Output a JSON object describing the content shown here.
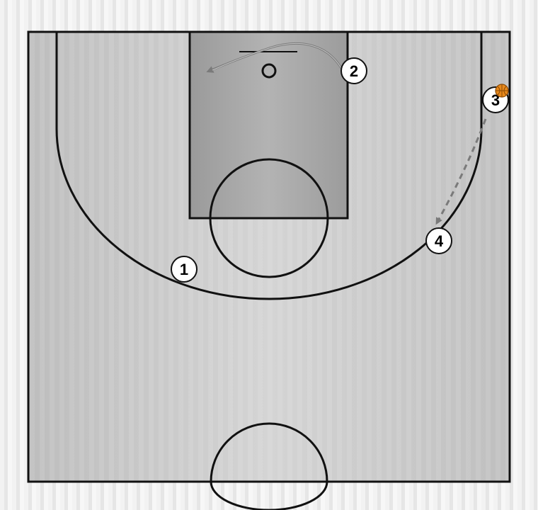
{
  "diagram": {
    "colors": {
      "court_line": "#111111",
      "paint_fill": "#a6a6a6",
      "court_fill": "#c9c9c9",
      "arrow": "#7a7a7a",
      "player_fill": "#ffffff",
      "ball": "#e8891b"
    },
    "players": [
      {
        "id": "p1",
        "label": "1"
      },
      {
        "id": "p2",
        "label": "2"
      },
      {
        "id": "p3",
        "label": "3",
        "has_ball": true
      },
      {
        "id": "p4",
        "label": "4"
      }
    ],
    "movements": [
      {
        "from": "2",
        "type": "cut",
        "style": "solid"
      },
      {
        "from": "3",
        "type": "dribble",
        "style": "dashed"
      }
    ],
    "icons": [
      "basketball-icon",
      "arrowhead-icon"
    ]
  }
}
